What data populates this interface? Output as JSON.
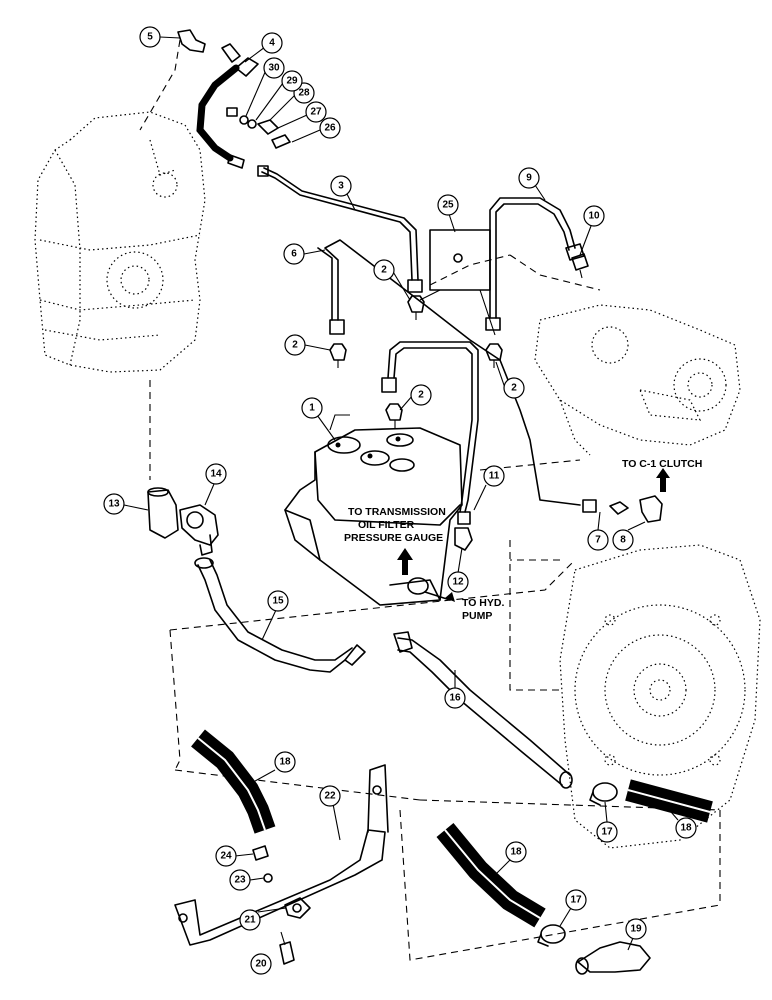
{
  "callouts": [
    "1",
    "2",
    "2",
    "2",
    "2",
    "3",
    "4",
    "5",
    "6",
    "7",
    "8",
    "9",
    "10",
    "11",
    "12",
    "13",
    "14",
    "15",
    "16",
    "17",
    "17",
    "18",
    "18",
    "18",
    "19",
    "20",
    "21",
    "22",
    "23",
    "24",
    "25",
    "26",
    "27",
    "28",
    "29",
    "30"
  ],
  "labels": {
    "to_transmission_line1": "TO TRANSMISSION",
    "to_transmission_line2": "OIL FILTER",
    "to_transmission_line3": "PRESSURE GAUGE",
    "to_c1_clutch": "TO C-1 CLUTCH",
    "to_hyd_line1": "TO HYD.",
    "to_hyd_line2": "PUMP"
  }
}
